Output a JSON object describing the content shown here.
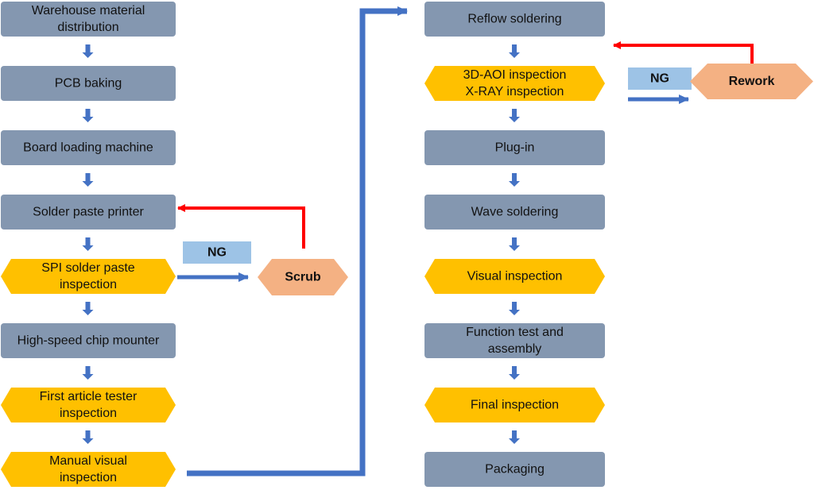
{
  "colors": {
    "process": "#8497b0",
    "inspection": "#ffc000",
    "rework": "#f4b183",
    "ng_tag": "#9dc3e6",
    "flow_arrow": "#4472c4",
    "return_arrow": "#ff0000"
  },
  "left_column": [
    {
      "id": "warehouse",
      "type": "process",
      "lines": [
        "Warehouse material",
        "distribution"
      ]
    },
    {
      "id": "pcb-baking",
      "type": "process",
      "lines": [
        "PCB baking"
      ]
    },
    {
      "id": "board-loading",
      "type": "process",
      "lines": [
        "Board loading machine"
      ]
    },
    {
      "id": "solder-paste-printer",
      "type": "process",
      "lines": [
        "Solder paste printer"
      ]
    },
    {
      "id": "spi",
      "type": "inspection",
      "lines": [
        "SPI solder paste",
        "inspection"
      ]
    },
    {
      "id": "chip-mounter",
      "type": "process",
      "lines": [
        "High-speed chip mounter"
      ]
    },
    {
      "id": "first-article",
      "type": "inspection",
      "lines": [
        "First article tester",
        "inspection"
      ]
    },
    {
      "id": "manual-visual",
      "type": "inspection",
      "lines": [
        "Manual visual",
        "inspection"
      ]
    }
  ],
  "right_column": [
    {
      "id": "reflow",
      "type": "process",
      "lines": [
        "Reflow soldering"
      ]
    },
    {
      "id": "aoi-xray",
      "type": "inspection",
      "lines": [
        "3D-AOI inspection",
        "X-RAY inspection"
      ]
    },
    {
      "id": "plug-in",
      "type": "process",
      "lines": [
        "Plug-in"
      ]
    },
    {
      "id": "wave",
      "type": "process",
      "lines": [
        "Wave soldering"
      ]
    },
    {
      "id": "visual",
      "type": "inspection",
      "lines": [
        "Visual inspection"
      ]
    },
    {
      "id": "function-test",
      "type": "process",
      "lines": [
        "Function test and",
        "assembly"
      ]
    },
    {
      "id": "final",
      "type": "inspection",
      "lines": [
        "Final inspection"
      ]
    },
    {
      "id": "packaging",
      "type": "process",
      "lines": [
        "Packaging"
      ]
    }
  ],
  "ng_tags": [
    {
      "id": "ng-spi",
      "label": "NG"
    },
    {
      "id": "ng-aoi",
      "label": "NG"
    }
  ],
  "rework_nodes": [
    {
      "id": "scrub",
      "label": "Scrub"
    },
    {
      "id": "rework",
      "label": "Rework"
    }
  ]
}
